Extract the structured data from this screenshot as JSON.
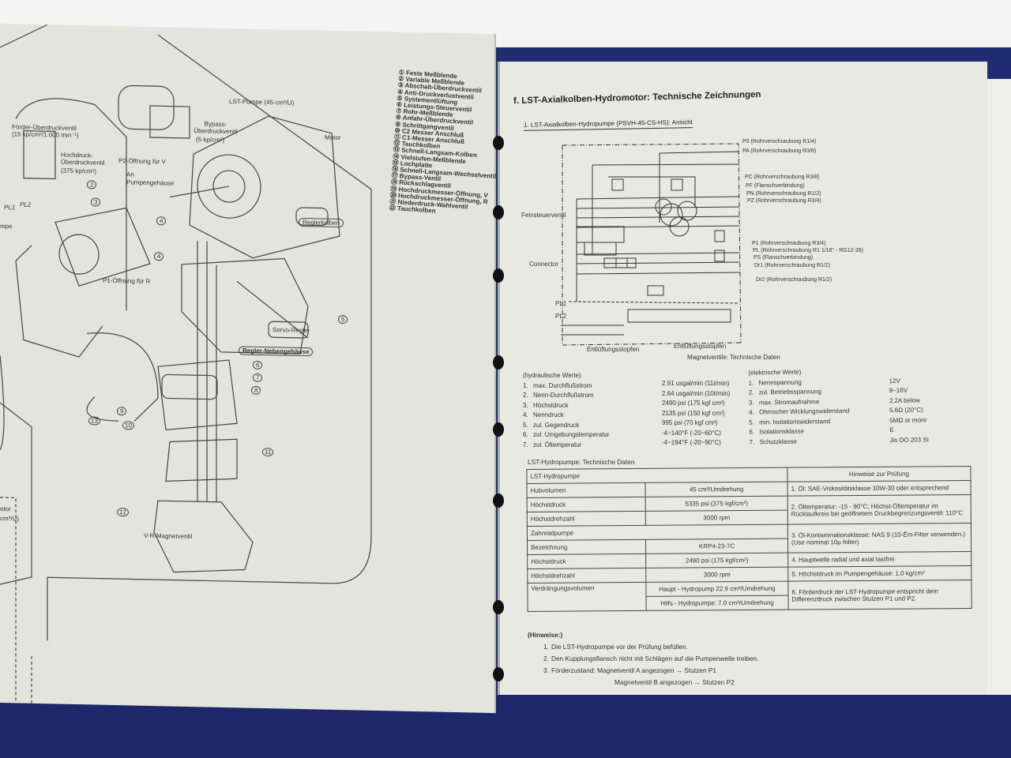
{
  "left_page": {
    "diagram_labels": {
      "lst_pumpe": "LST-Pumpe (45 cm³/U)",
      "motor": "Motor",
      "bypass": "Bypass-Überdruckventil",
      "bypass_value": "(5 kp/cm²)",
      "foerder": "Förder-Überdruckventil",
      "foerder_value": "(15 kp/cm²/1.000 min⁻¹)",
      "hochdruck": "Hochdruck-Überdruckventil",
      "hochdruck_value": "(375 kp/cm²)",
      "p2": "P2-Öffnung für V",
      "an": "An",
      "pumpengehaeuse": "Pumpengehäuse",
      "p1": "P1-Öffnung für R",
      "reglerkolben": "Reglerkolben",
      "servo": "Servo-Regler",
      "neben": "Regler-Nebengehäuse",
      "vr": "V-R-Magnetventil",
      "pumpe_cut": "mpe",
      "otor_cut": "otor",
      "cm_cut": "cm³/U)",
      "pl1": "PL1",
      "pl2": "PL2"
    },
    "callouts": [
      "2",
      "3",
      "4",
      "4",
      "5",
      "6",
      "7",
      "8",
      "9",
      "10",
      "11",
      "12",
      "13"
    ],
    "legend": [
      "① Feste Meßblende",
      "② Variable Meßblende",
      "③ Abschalt-Überdruckventil",
      "④ Anti-Druckverlustventil",
      "⑤ Systementlüftung",
      "⑥ Leistungs-Steuerventil",
      "⑦ Rohr-Meßblende",
      "⑧ Anfahr-Überdruckventil",
      "⑨ Schrittgangventil",
      "⑩ C2 Messer Anschluß",
      "⑪ C1-Messer Anschluß",
      "⑫ Tauchkolben",
      "⑬ Schnell-Langsam-Kolben",
      "⑭ Vielstufen-Meßblende",
      "⑮ Lochplatte",
      "⑯ Schnell-Langsam-Wechselventil",
      "⑰ Bypass-Ventil",
      "⑱ Rückschlagventil",
      "⑲ Hochdruckmesser-Öffnung, V",
      "⑳ Hochdruckmesser-Öffnung, R",
      "㉑ Niederdruck-Wahlventil",
      "㉒ Tauchkolben"
    ]
  },
  "right_page": {
    "title": "f.  LST-Axialkolben-Hydromotor: Technische Zeichnungen",
    "subtitle": "1.   LST-Axialkolben-Hydropumpe (PSVH-45-CS-HS): Ansicht",
    "ports": [
      "P0 (Rohrverschraubung R1/4)",
      "PA (Rohrverschraubung R3/8)",
      "PC (Rohrverschraubung R3/8)",
      "PF (Flanschverbindung)",
      "PN (Rohrverschraubung R1/2)",
      "PZ (Rohrverschraubung R3/4)",
      "P1 (Rohrverschraubung R3/4)",
      "PL (Rohrverschraubung R1 1/16\" - RG12-28)",
      "PS (Flanschverbindung)",
      "Dr1 (Rohrverschraubung R1/2)",
      "Dr2 (Rohrverschraubung R1/2)"
    ],
    "schematic_labels": {
      "feinsteuer": "Feinsteuerventil",
      "connector": "Connector",
      "pl1": "PL1",
      "pl2": "PL2",
      "entl1": "Entlüftungsstopfen",
      "entl2": "Entlüftungsstopfen",
      "magnet": "Magnetventile: Technische Daten"
    },
    "hydraulic": {
      "heading": "(hydraulische Werte)",
      "items": [
        {
          "n": "1.",
          "label": "max. Durchflußstrom",
          "value": "2.91 usgal/min (11ℓ/min)"
        },
        {
          "n": "2.",
          "label": "Nenn-Durchflußstrom",
          "value": "2.64 usgal/min (10ℓ/min)"
        },
        {
          "n": "3.",
          "label": "Höchstdruck",
          "value": "2490 psi (175 kgf cm²)"
        },
        {
          "n": "4.",
          "label": "Nenndruck",
          "value": "2135 psi (150 kgf cm²)"
        },
        {
          "n": "5.",
          "label": "zul. Gegendruck",
          "value": "995 psi (70 kgf cm²)"
        },
        {
          "n": "6.",
          "label": "zul. Umgebungstemperatur",
          "value": "-4~140°F (-20~60°C)"
        },
        {
          "n": "7.",
          "label": "zul. Öltemperatur",
          "value": "-4~194°F (-20~90°C)"
        }
      ]
    },
    "electric": {
      "heading": "(elektrische Werte)",
      "items": [
        {
          "n": "1.",
          "label": "Nennspannung",
          "value": "12V"
        },
        {
          "n": "2.",
          "label": "zul. Betriebsspannung",
          "value": "9~16V"
        },
        {
          "n": "3.",
          "label": "max. Stromaufnahme",
          "value": "2.2A below"
        },
        {
          "n": "4.",
          "label": "Ohmscher Wicklungswiderstand",
          "value": "5.6Ω (20°C)"
        },
        {
          "n": "5.",
          "label": "min. Isolationswiderstand",
          "value": "5MΩ or more"
        },
        {
          "n": "6.",
          "label": "Isolationsklasse",
          "value": "E"
        },
        {
          "n": "7.",
          "label": "Schutzklasse",
          "value": "Jis DO 203 SI"
        }
      ]
    },
    "table": {
      "caption": "LST-Hydropumpe: Technische Daten",
      "header_left": "LST-Hydropumpe",
      "header_right": "Hinweise zur Prüfung",
      "hubvolumen": [
        "Hubvolumen",
        "45 cm³/Umdrehung"
      ],
      "hoechstdruck1": [
        "Höchstdruck",
        "5335 psi (375 kgf/cm²)"
      ],
      "drehzahl1": [
        "Höchstdrehzahl",
        "3000 rpm"
      ],
      "zahnrad": "Zahnradpumpe",
      "bezeichnung": [
        "Bezeichnung",
        "KRP4-23-7C"
      ],
      "hoechstdruck2": [
        "Höchstdruck",
        "2490 psi (175 kgf/cm²)"
      ],
      "drehzahl2": [
        "Höchstdrehzahl",
        "3000 rpm"
      ],
      "verdraengung": [
        "Verdrängungsvolumen",
        "Haupt - Hydropump 22.9 cm³/Umdrehung",
        "Hilfs - Hydropumpe: 7.0 cm³/Umdrehung"
      ],
      "hints": [
        "1.  Öl: SAE-Viskositätsklasse 10W-30 oder entsprechend",
        "2.  Öltemperatur: -15 - 90°C; Höchst-Öltemperatur im Rücklaufkreis bei geöffnetem Druckbegrenzungsventil: 110°C",
        "3.  Öl-Kontaminationsklasse: NAS 9 (10-Ēm-Filter verwenden.) (Use nominal 10μ folter)",
        "4.  Hauptwelle radial und axial lastfrei",
        "5.  Höchstdruck im Pumpengehäuse: 1,0 kg/cm²",
        "6.  Förderdruck der LST-Hydropumpe entspricht dem Differenzdruck zwischen Stutzen P1 und P2."
      ]
    },
    "notes": {
      "heading": "(Hinweise:)",
      "items": [
        {
          "n": "1.",
          "text": "Die LST-Hydropumpe vor der Prüfung befüllen."
        },
        {
          "n": "2.",
          "text": "Den Kupplungsflansch nicht mit Schlägen auf die Pumpenwelle treiben."
        },
        {
          "n": "3.",
          "text": "Förderzustand: Magnetventil A angezogen → Stutzen P1"
        },
        {
          "n": "",
          "text": "Magnetventil B angezogen → Stutzen P2"
        }
      ]
    }
  },
  "colors": {
    "binder": "#1f2c72",
    "paper": "#e6e8df",
    "ink": "#333333"
  }
}
